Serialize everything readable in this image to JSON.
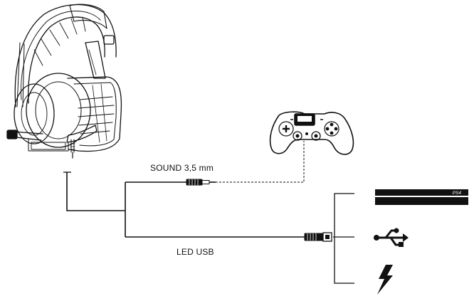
{
  "labels": {
    "sound": "SOUND 3,5 mm",
    "usb": "LED USB",
    "console_badge": "PS4"
  },
  "icons": {
    "headset": "gaming-headset-illustration",
    "controller": "gamepad-controller-icon",
    "console": "ps4-console-icon",
    "usb": "usb-trident-icon",
    "power": "lightning-bolt-icon"
  },
  "colors": {
    "line": "#111111",
    "background": "#ffffff"
  }
}
